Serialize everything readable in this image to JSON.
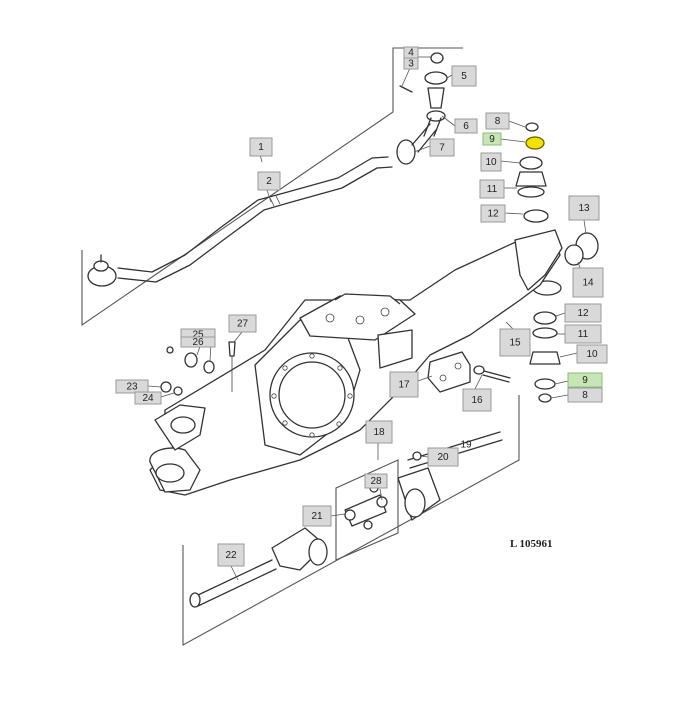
{
  "drawing_ref": "L 105961",
  "highlight_color": "#f2e200",
  "highlighted_callout_color": "#c7e6b5",
  "callouts": [
    {
      "id": "c1",
      "label": "1"
    },
    {
      "id": "c2",
      "label": "2"
    },
    {
      "id": "c3",
      "label": "3"
    },
    {
      "id": "c4",
      "label": "4"
    },
    {
      "id": "c5",
      "label": "5"
    },
    {
      "id": "c6",
      "label": "6"
    },
    {
      "id": "c7",
      "label": "7"
    },
    {
      "id": "c8a",
      "label": "8"
    },
    {
      "id": "c9a",
      "label": "9",
      "highlighted": true
    },
    {
      "id": "c10a",
      "label": "10"
    },
    {
      "id": "c11a",
      "label": "11"
    },
    {
      "id": "c12a",
      "label": "12"
    },
    {
      "id": "c13",
      "label": "13"
    },
    {
      "id": "c14",
      "label": "14"
    },
    {
      "id": "c12b",
      "label": "12"
    },
    {
      "id": "c11b",
      "label": "11"
    },
    {
      "id": "c15",
      "label": "15"
    },
    {
      "id": "c10b",
      "label": "10"
    },
    {
      "id": "c9b",
      "label": "9",
      "highlighted": true
    },
    {
      "id": "c8b",
      "label": "8"
    },
    {
      "id": "c16",
      "label": "16"
    },
    {
      "id": "c17",
      "label": "17"
    },
    {
      "id": "c18",
      "label": "18"
    },
    {
      "id": "c20",
      "label": "20"
    },
    {
      "id": "c21",
      "label": "21"
    },
    {
      "id": "c22",
      "label": "22"
    },
    {
      "id": "c23",
      "label": "23"
    },
    {
      "id": "c24",
      "label": "24"
    },
    {
      "id": "c25",
      "label": "25"
    },
    {
      "id": "c26",
      "label": "26"
    },
    {
      "id": "c27",
      "label": "27"
    },
    {
      "id": "c28",
      "label": "28"
    }
  ],
  "plain_labels": [
    {
      "id": "p19",
      "label": "19"
    }
  ]
}
